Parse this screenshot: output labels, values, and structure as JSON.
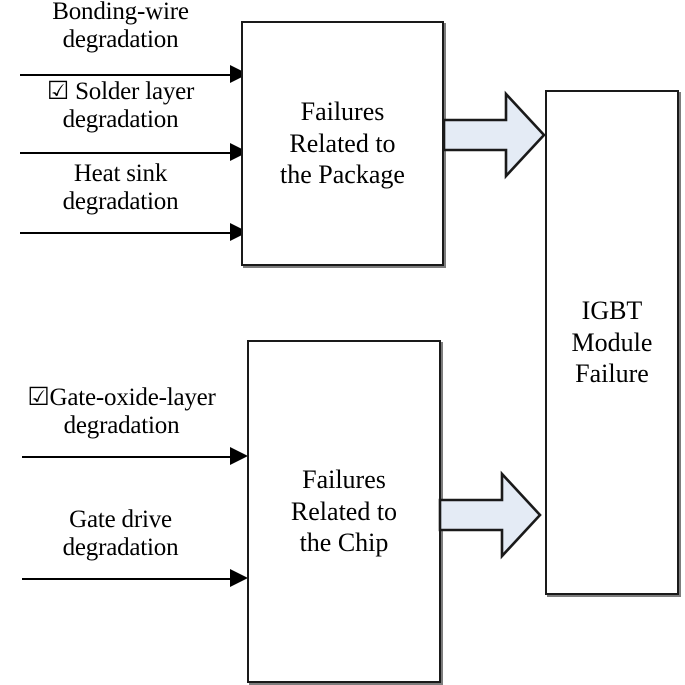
{
  "diagram": {
    "title": "IGBT module failure cause diagram",
    "colors": {
      "stroke": "#1a1a1a",
      "box_fill": "#ffffff",
      "block_arrow_fill": "#e4ebf5",
      "block_arrow_stroke": "#1a1a1a",
      "shadow": "#7d7d7d",
      "text": "#000000"
    },
    "inputs": [
      {
        "id": "bonding-wire",
        "checkbox": "",
        "text": "Bonding-wire\ndegradation"
      },
      {
        "id": "solder-layer",
        "checkbox": "☑",
        "text": "☑ Solder layer\ndegradation"
      },
      {
        "id": "heat-sink",
        "checkbox": "",
        "text": "Heat sink\ndegradation"
      },
      {
        "id": "gate-oxide-layer",
        "checkbox": "☑",
        "text": "☑Gate-oxide-layer\ndegradation"
      },
      {
        "id": "gate-drive",
        "checkbox": "",
        "text": "Gate drive\ndegradation"
      }
    ],
    "boxes": [
      {
        "id": "package-failures",
        "text": "Failures\nRelated to\nthe Package"
      },
      {
        "id": "chip-failures",
        "text": "Failures\nRelated to\nthe Chip"
      },
      {
        "id": "igbt-module-failure",
        "text": "IGBT\nModule\nFailure"
      }
    ],
    "block_arrows": [
      {
        "id": "package-to-module",
        "direction": "right"
      },
      {
        "id": "chip-to-module",
        "direction": "right"
      }
    ],
    "line_arrows": [
      {
        "id": "bonding-wire-to-package",
        "direction": "right"
      },
      {
        "id": "solder-layer-to-package",
        "direction": "right"
      },
      {
        "id": "heat-sink-to-package",
        "direction": "right"
      },
      {
        "id": "gate-oxide-to-chip",
        "direction": "right"
      },
      {
        "id": "gate-drive-to-chip",
        "direction": "right"
      }
    ]
  }
}
